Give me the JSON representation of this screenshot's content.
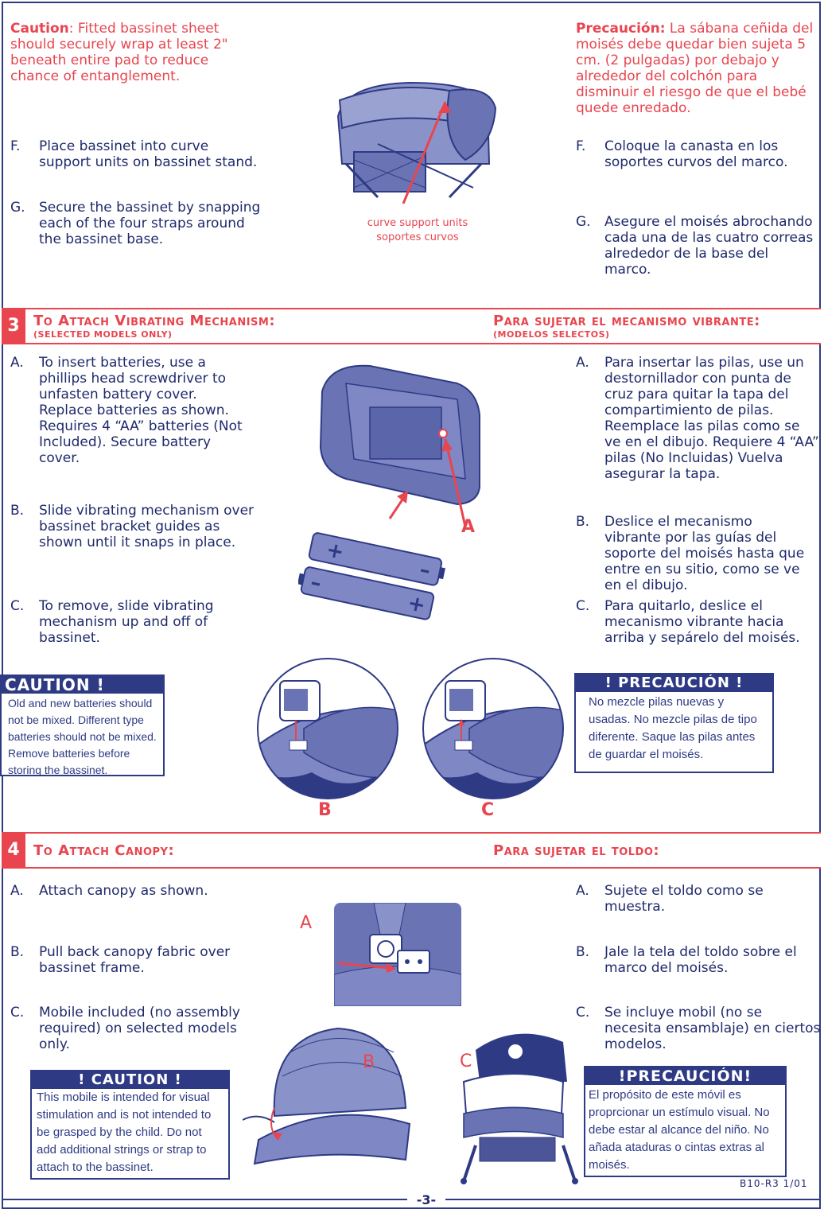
{
  "caution_en": {
    "label": "Caution",
    "text": ":  Fitted bassinet sheet should securely wrap at least 2\" beneath entire pad to reduce chance of entanglement."
  },
  "caution_es": {
    "label": "Precaución:",
    "text": " La sábana ceñida del moisés debe quedar bien sujeta 5 cm. (2 pulgadas) por debajo y alrededor del colchón para disminuir el riesgo de que el bebé quede enredado."
  },
  "step_top_en": [
    {
      "letter": "F.",
      "text": "Place bassinet into curve support units on bassinet stand."
    },
    {
      "letter": "G.",
      "text": "Secure the bassinet by snapping each of the four straps around the bassinet base."
    }
  ],
  "step_top_es": [
    {
      "letter": "F.",
      "text": "Coloque la canasta en los soportes curvos del marco."
    },
    {
      "letter": "G.",
      "text": "Asegure el moisés abrochando cada una de las cuatro correas alrededor de la base del marco."
    }
  ],
  "figure1_caption": {
    "line1": "curve support units",
    "line2": "soportes curvos"
  },
  "section3": {
    "number": "3",
    "title_en": "To Attach Vibrating Mechanism:",
    "subtitle_en": "(SELECTED MODELS ONLY)",
    "title_es": "Para sujetar el mecanismo vibrante:",
    "subtitle_es": "(MODELOS SELECTOS)",
    "steps_en": [
      {
        "letter": "A.",
        "text": "To insert batteries, use a phillips head screwdriver to unfasten battery cover. Replace batteries as shown.  Requires 4 “AA” batteries  (Not Included). Secure battery cover."
      },
      {
        "letter": "B.",
        "text": "Slide vibrating mechanism over bassinet bracket guides as shown until it snaps in place."
      },
      {
        "letter": "C.",
        "text": "To remove, slide vibrating mechanism up and off of bassinet."
      }
    ],
    "steps_es": [
      {
        "letter": "A.",
        "text": "Para insertar las pilas, use un destornillador con punta de cruz para quitar la tapa del compartimiento de pilas. Reemplace las pilas como se ve en el dibujo.  Requiere 4 “AA” pilas (No Incluidas) Vuelva asegurar la tapa."
      },
      {
        "letter": "B.",
        "text": "Deslice el mecanismo vibrante por las guías del soporte del moisés hasta que entre en su sitio, como se ve en el dibujo."
      },
      {
        "letter": "C.",
        "text": "Para quitarlo, deslice el mecanismo vibrante hacia arriba y sepárelo del moisés."
      }
    ],
    "fig_label_a": "A",
    "fig_label_b": "B",
    "fig_label_c": "C",
    "caution_en": {
      "head": "CAUTION   !",
      "text": "Old and new batteries should not be mixed. Different type batteries should not be mixed. Remove batteries before storing the bassinet."
    },
    "caution_es": {
      "head": "!  PRECAUCIÓN  !",
      "text": "No mezcle pilas nuevas y usadas. No mezcle pilas de tipo diferente. Saque las pilas antes de guardar el moisés."
    }
  },
  "section4": {
    "number": "4",
    "title_en": "To Attach Canopy:",
    "title_es": "Para sujetar el toldo:",
    "steps_en": [
      {
        "letter": "A.",
        "text": "Attach canopy as shown."
      },
      {
        "letter": "B.",
        "text": "Pull back canopy fabric over bassinet frame."
      },
      {
        "letter": "C.",
        "text": "Mobile included (no assembly required) on selected models only."
      }
    ],
    "steps_es": [
      {
        "letter": "A.",
        "text": "Sujete el toldo como se muestra."
      },
      {
        "letter": "B.",
        "text": "Jale la tela del toldo sobre el marco del moisés."
      },
      {
        "letter": "C.",
        "text": "Se incluye mobil (no se necesita ensamblaje) en ciertos modelos."
      }
    ],
    "fig_label_a": "A",
    "fig_label_b": "B",
    "fig_label_c": "C",
    "caution_en": {
      "head": "!   CAUTION   !",
      "text": "This mobile is intended for visual stimulation and is not intended to be grasped by the child.  Do not add additional strings or strap to attach to the bassinet."
    },
    "caution_es": {
      "head": "!PRECAUCIÓN!",
      "text": "El propósito de este móvil es proprcionar un estímulo visual. No debe estar al alcance del niño. No añada ataduras o cintas extras al moisés."
    }
  },
  "footer": {
    "page": "-3-",
    "code": "B10-R3 1/01"
  },
  "colors": {
    "navy": "#2e3a84",
    "red": "#e8454f",
    "fill": "#6a74b5"
  }
}
